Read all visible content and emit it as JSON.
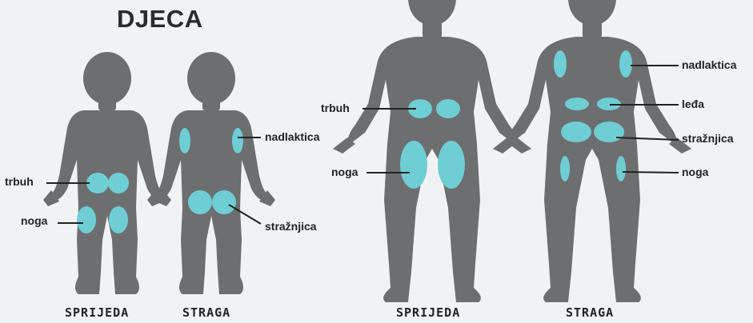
{
  "title": "DJECA",
  "colors": {
    "background": "#f1f2f4",
    "silhouette": "#6d6e70",
    "injection_zone": "#6fcdd4",
    "text": "#222222"
  },
  "child_front": {
    "caption": "SPRIJEDA",
    "labels": {
      "abdomen": "trbuh",
      "leg": "noga"
    }
  },
  "child_back": {
    "caption": "STRAGA",
    "labels": {
      "upper_arm": "nadlaktica",
      "buttock": "stražnjica"
    }
  },
  "adult_front": {
    "caption": "SPRIJEDA",
    "labels": {
      "abdomen": "trbuh",
      "leg": "noga"
    }
  },
  "adult_back": {
    "caption": "STRAGA",
    "labels": {
      "upper_arm": "nadlaktica",
      "back": "leđa",
      "buttock": "stražnjica",
      "leg": "noga"
    }
  }
}
